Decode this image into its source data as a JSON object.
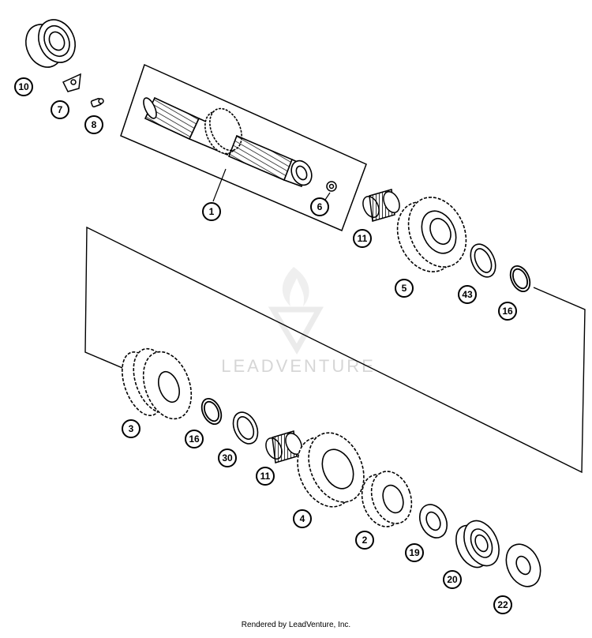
{
  "diagram": {
    "callouts": [
      {
        "id": "c10a",
        "label": "10"
      },
      {
        "id": "c7",
        "label": "7"
      },
      {
        "id": "c8",
        "label": "8"
      },
      {
        "id": "c1",
        "label": "1"
      },
      {
        "id": "c6",
        "label": "6"
      },
      {
        "id": "c11a",
        "label": "11"
      },
      {
        "id": "c5",
        "label": "5"
      },
      {
        "id": "c43",
        "label": "43"
      },
      {
        "id": "c16a",
        "label": "16"
      },
      {
        "id": "c3",
        "label": "3"
      },
      {
        "id": "c16b",
        "label": "16"
      },
      {
        "id": "c30",
        "label": "30"
      },
      {
        "id": "c11b",
        "label": "11"
      },
      {
        "id": "c4",
        "label": "4"
      },
      {
        "id": "c2",
        "label": "2"
      },
      {
        "id": "c19",
        "label": "19"
      },
      {
        "id": "c20",
        "label": "20"
      },
      {
        "id": "c22",
        "label": "22"
      }
    ]
  },
  "watermark": {
    "text": "LEADVENTURE"
  },
  "footer": {
    "text": "Rendered by LeadVenture, Inc."
  },
  "colors": {
    "line": "#000000",
    "watermark": "#d6d6d6",
    "background": "#ffffff"
  }
}
